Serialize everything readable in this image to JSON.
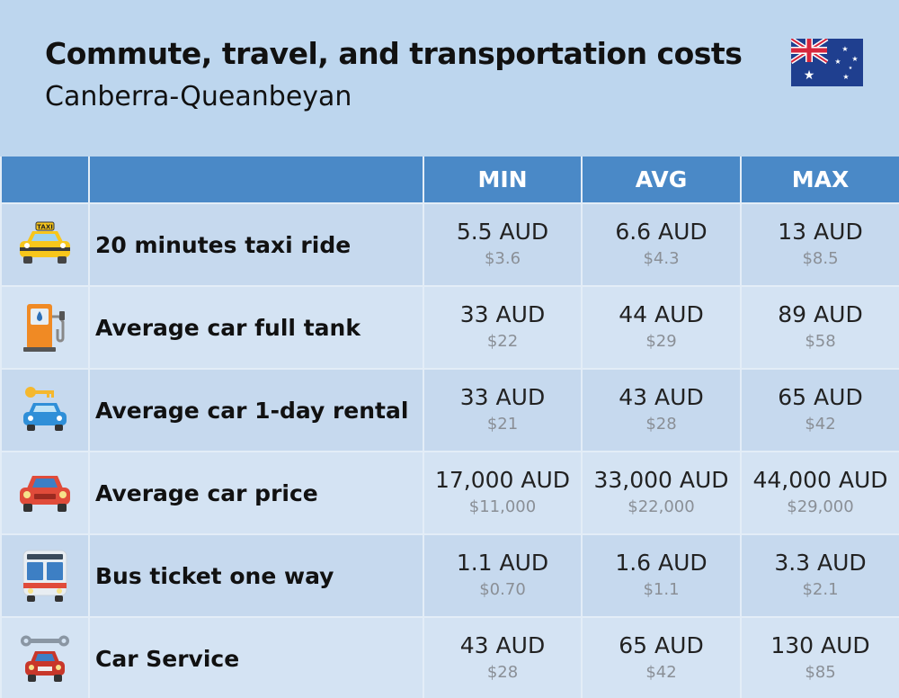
{
  "header": {
    "title": "Commute, travel, and transportation costs",
    "subtitle": "Canberra-Queanbeyan"
  },
  "columns": [
    "MIN",
    "AVG",
    "MAX"
  ],
  "rows": [
    {
      "label": "20 minutes taxi ride",
      "icon": "taxi-icon",
      "taxi_sign": "TAXI",
      "min": {
        "aud": "5.5 AUD",
        "usd": "$3.6"
      },
      "avg": {
        "aud": "6.6 AUD",
        "usd": "$4.3"
      },
      "max": {
        "aud": "13 AUD",
        "usd": "$8.5"
      }
    },
    {
      "label": "Average car full tank",
      "icon": "fuel-pump-icon",
      "min": {
        "aud": "33 AUD",
        "usd": "$22"
      },
      "avg": {
        "aud": "44 AUD",
        "usd": "$29"
      },
      "max": {
        "aud": "89 AUD",
        "usd": "$58"
      }
    },
    {
      "label": "Average car 1-day rental",
      "icon": "car-rental-icon",
      "min": {
        "aud": "33 AUD",
        "usd": "$21"
      },
      "avg": {
        "aud": "43 AUD",
        "usd": "$28"
      },
      "max": {
        "aud": "65 AUD",
        "usd": "$42"
      }
    },
    {
      "label": "Average car price",
      "icon": "car-icon",
      "min": {
        "aud": "17,000 AUD",
        "usd": "$11,000"
      },
      "avg": {
        "aud": "33,000 AUD",
        "usd": "$22,000"
      },
      "max": {
        "aud": "44,000 AUD",
        "usd": "$29,000"
      }
    },
    {
      "label": "Bus ticket one way",
      "icon": "bus-icon",
      "min": {
        "aud": "1.1 AUD",
        "usd": "$0.70"
      },
      "avg": {
        "aud": "1.6 AUD",
        "usd": "$1.1"
      },
      "max": {
        "aud": "3.3 AUD",
        "usd": "$2.1"
      }
    },
    {
      "label": "Car Service",
      "icon": "car-service-icon",
      "min": {
        "aud": "43 AUD",
        "usd": "$28"
      },
      "avg": {
        "aud": "65 AUD",
        "usd": "$42"
      },
      "max": {
        "aud": "130 AUD",
        "usd": "$85"
      }
    }
  ],
  "flag": "australia-flag-icon",
  "colors": {
    "background": "#bdd6ee",
    "header_row": "#4a89c7",
    "row_odd": "#c6d9ee",
    "row_even": "#d4e3f3",
    "usd_text": "#8a8f96"
  },
  "chart_data": {
    "type": "table",
    "title": "Commute, travel, and transportation costs",
    "subtitle": "Canberra-Queanbeyan",
    "columns": [
      "MIN",
      "AVG",
      "MAX"
    ],
    "categories": [
      "20 minutes taxi ride",
      "Average car full tank",
      "Average car 1-day rental",
      "Average car price",
      "Bus ticket one way",
      "Car Service"
    ],
    "series": [
      {
        "name": "MIN",
        "values": [
          5.5,
          33,
          33,
          17000,
          1.1,
          43
        ],
        "usd": [
          3.6,
          22,
          21,
          11000,
          0.7,
          28
        ]
      },
      {
        "name": "AVG",
        "values": [
          6.6,
          44,
          43,
          33000,
          1.6,
          65
        ],
        "usd": [
          4.3,
          29,
          28,
          22000,
          1.1,
          42
        ]
      },
      {
        "name": "MAX",
        "values": [
          13,
          89,
          65,
          44000,
          3.3,
          130
        ],
        "usd": [
          8.5,
          58,
          42,
          29000,
          2.1,
          85
        ]
      }
    ]
  }
}
